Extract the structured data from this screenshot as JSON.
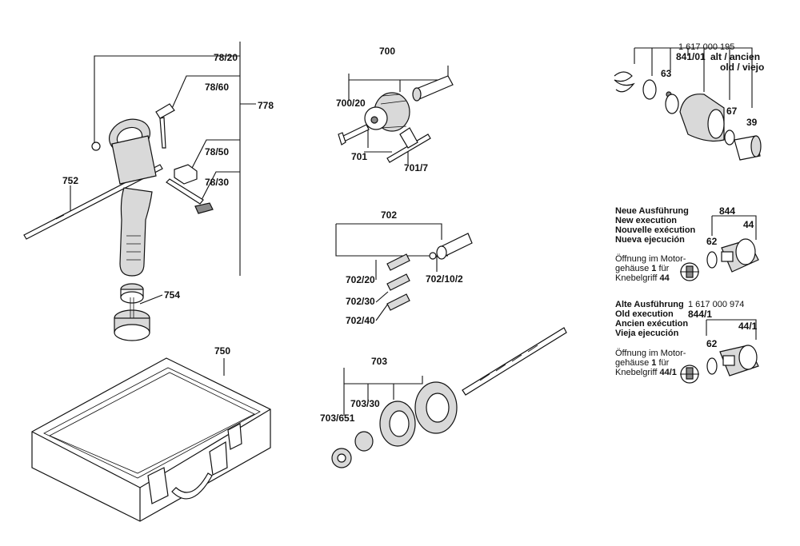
{
  "labels": {
    "l_78_20": "78/20",
    "l_78_60": "78/60",
    "l_778": "778",
    "l_78_50": "78/50",
    "l_78_30": "78/30",
    "l_752": "752",
    "l_754": "754",
    "l_750": "750",
    "l_700": "700",
    "l_700_20": "700/20",
    "l_701": "701",
    "l_701_7": "701/7",
    "l_702": "702",
    "l_702_20": "702/20",
    "l_702_30": "702/30",
    "l_702_40": "702/40",
    "l_702_10_2": "702/10/2",
    "l_703": "703",
    "l_703_30": "703/30",
    "l_703_651": "703/651",
    "l_1617000195": "1 617 000 195",
    "l_841_01": "841/01",
    "l_alt_ancien": "alt / ancien",
    "l_old_viejo": "old / viejo",
    "l_63": "63",
    "l_67": "67",
    "l_39": "39",
    "l_844": "844",
    "l_44": "44",
    "l_62a": "62",
    "l_1617000974": "1 617 000 974",
    "l_844_1": "844/1",
    "l_44_1": "44/1",
    "l_62b": "62"
  },
  "new_execution": {
    "de": "Neue Ausführung",
    "en": "New execution",
    "fr": "Nouvelle exécution",
    "es": "Nueva ejecución",
    "note_line1": "Öffnung im Motor-",
    "note_line2a": "gehäuse ",
    "note_num1": "1",
    "note_line2b": " für",
    "note_line3a": "Knebelgriff ",
    "note_num2": "44"
  },
  "old_execution": {
    "de": "Alte Ausführung",
    "en": "Old execution",
    "fr": "Ancien exécution",
    "es": "Vieja ejecución",
    "note_line1": "Öffnung im Motor-",
    "note_line2a": "gehäuse ",
    "note_num1": "1",
    "note_line2b": " für",
    "note_line3a": "Knebelgriff ",
    "note_num2": "44/1"
  }
}
